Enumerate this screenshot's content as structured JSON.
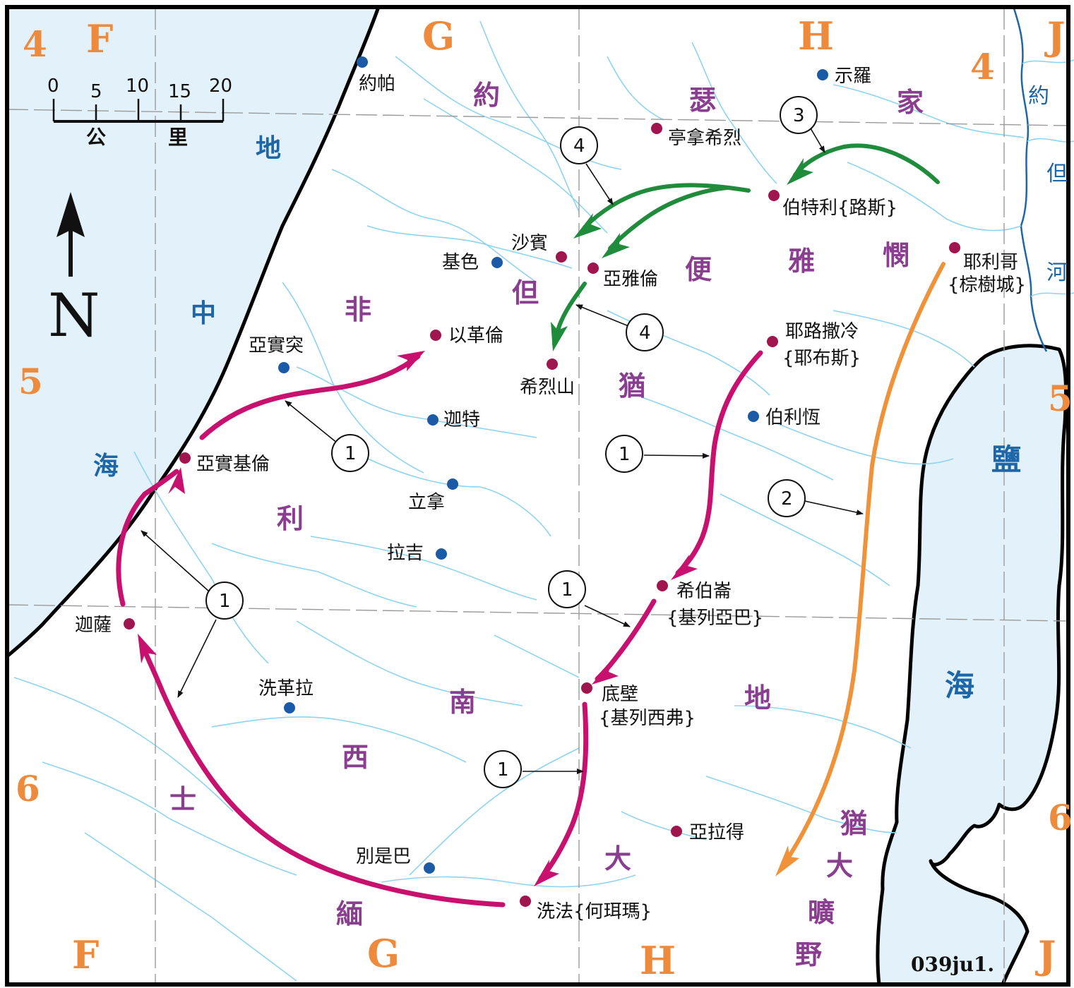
{
  "grid": {
    "columns_top": [
      "F",
      "G",
      "H",
      "J"
    ],
    "columns_bottom": [
      "F",
      "G",
      "H",
      "J"
    ],
    "rows_left": [
      "4",
      "5",
      "6"
    ],
    "rows_right": [
      "4",
      "5",
      "6"
    ]
  },
  "scale": {
    "ticks": [
      "0",
      "5",
      "10",
      "15",
      "20"
    ],
    "unit_left": "公",
    "unit_right": "里"
  },
  "north": "N",
  "seas": {
    "mediterranean": [
      "地",
      "中",
      "海"
    ],
    "dead_sea": [
      "鹽",
      "海"
    ]
  },
  "river": [
    "約",
    "但",
    "河"
  ],
  "regions": {
    "judah_hills": [
      "猶",
      "大",
      "曠",
      "野"
    ],
    "ephraim": [
      "約",
      "瑟",
      "家"
    ],
    "benjamin": [
      "便",
      "雅",
      "憫"
    ],
    "dan": [
      "但"
    ],
    "judah": [
      "猶"
    ],
    "philistia": [
      "非",
      "利",
      "士"
    ],
    "negeb": [
      "南",
      "地"
    ],
    "simeon": [
      "西",
      "緬"
    ],
    "judah_south": [
      "大"
    ]
  },
  "places": {
    "joppa": "約帕",
    "shiloh": "示羅",
    "timnath_heres": "亭拿希烈",
    "bethel": "伯特利{路斯}",
    "shaalbim": "沙賓",
    "gezer": "基色",
    "aijalon": "亞雅倫",
    "jericho_1": "耶利哥",
    "jericho_2": "{棕樹城}",
    "ekron": "以革倫",
    "ashdod": "亞實突",
    "mount_heres": "希烈山",
    "jerusalem_1": "耶路撒冷",
    "jerusalem_2": "{耶布斯}",
    "gath": "迦特",
    "bethlehem": "伯利恆",
    "ashkelon": "亞實基倫",
    "libnah": "立拿",
    "lachish": "拉吉",
    "hebron_1": "希伯崙",
    "hebron_2": "{基列亞巴}",
    "gaza": "迦薩",
    "ziklag": "洗革拉",
    "debir_1": "底壁",
    "debir_2": "{基列西弗}",
    "arad": "亞拉得",
    "beersheba": "別是巴",
    "zephath": "洗法{何珥瑪}"
  },
  "route_markers": [
    "1",
    "1",
    "1",
    "1",
    "1",
    "2",
    "3",
    "4",
    "4"
  ],
  "map_code": "039ju1.",
  "colors": {
    "judah_route": "#c8106e",
    "kenite_route": "#f0923a",
    "joseph_route": "#1f8c3c",
    "city_red": "#a0154e",
    "city_blue": "#1a5aa6",
    "water": "#e3f1fa",
    "stream": "#8fd3ee",
    "region_text": "#8a3e8f",
    "grid_text": "#ee8a3c"
  },
  "icons": {
    "north_arrow": "arrow-up-icon",
    "city": "dot-icon"
  }
}
